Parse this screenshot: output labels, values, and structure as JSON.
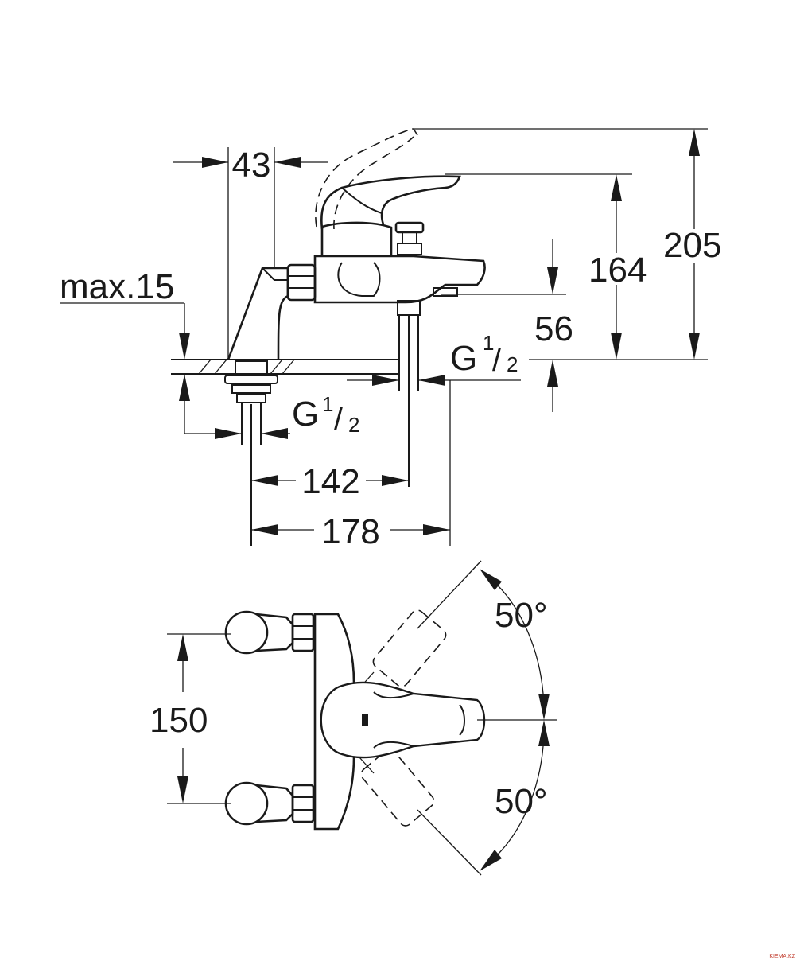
{
  "dimensions": {
    "d43": "43",
    "max15": "max.15",
    "d164": "164",
    "d205": "205",
    "d56": "56",
    "d142": "142",
    "d178": "178",
    "d150": "150"
  },
  "thread_labels": {
    "right": {
      "main": "G",
      "num": "1",
      "slash": "/",
      "den": "2"
    },
    "left": {
      "main": "G",
      "num": "1",
      "slash": "/",
      "den": "2"
    }
  },
  "angles": {
    "top": "50°",
    "bottom": "50°"
  },
  "watermark": "KIEMA.KZ"
}
